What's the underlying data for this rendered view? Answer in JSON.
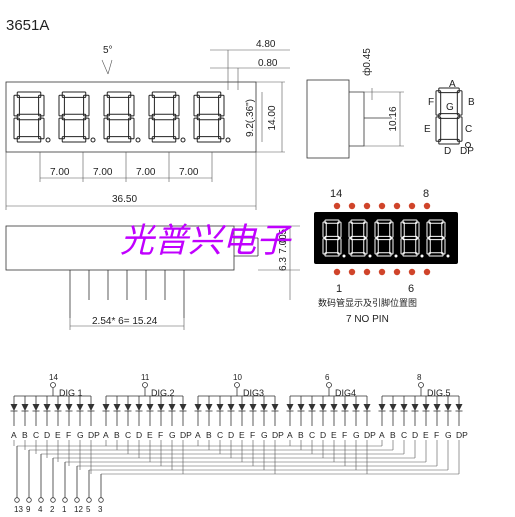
{
  "title": "3651A",
  "dimensions": {
    "angle": "5°",
    "dim_480": "4.80",
    "dim_080": "0.80",
    "pin_dia": "ф0.45",
    "dim_1016": "10.16",
    "dim_1400": "14.00",
    "dim_92": "9.2(.36\")",
    "digit_pitch": [
      "7.00",
      "7.00",
      "7.00",
      "7.00"
    ],
    "total_width": "36.50",
    "dim_700": "7.00",
    "dim_63": "6.3",
    "dim_05": "0.5",
    "pin_pitch": "2.54* 6= 15.24"
  },
  "segment_legend": {
    "labels": [
      "A",
      "F",
      "G",
      "B",
      "E",
      "C",
      "D",
      "DP"
    ]
  },
  "pin_view": {
    "top_left": "14",
    "top_right": "8",
    "bottom_left": "1",
    "bottom_right": "6",
    "caption_cn": "数码管显示及引脚位置图",
    "caption_en": "7 NO PIN"
  },
  "watermark": "光普兴电子",
  "schematic": {
    "digits": [
      {
        "pin": "14",
        "label": "DIG 1"
      },
      {
        "pin": "11",
        "label": "DIG.2"
      },
      {
        "pin": "10",
        "label": "DIG3"
      },
      {
        "pin": "6",
        "label": "DIG4"
      },
      {
        "pin": "8",
        "label": "DIG.5"
      }
    ],
    "segments": [
      "A",
      "B",
      "C",
      "D",
      "E",
      "F",
      "G",
      "DP"
    ],
    "bottom_pins": [
      "13",
      "9",
      "4",
      "2",
      "1",
      "12",
      "5",
      "3"
    ]
  },
  "colors": {
    "led_red": "#d0442a",
    "watermark": "#c000ff",
    "display_bg": "#000000",
    "display_fg": "#ffffff"
  }
}
